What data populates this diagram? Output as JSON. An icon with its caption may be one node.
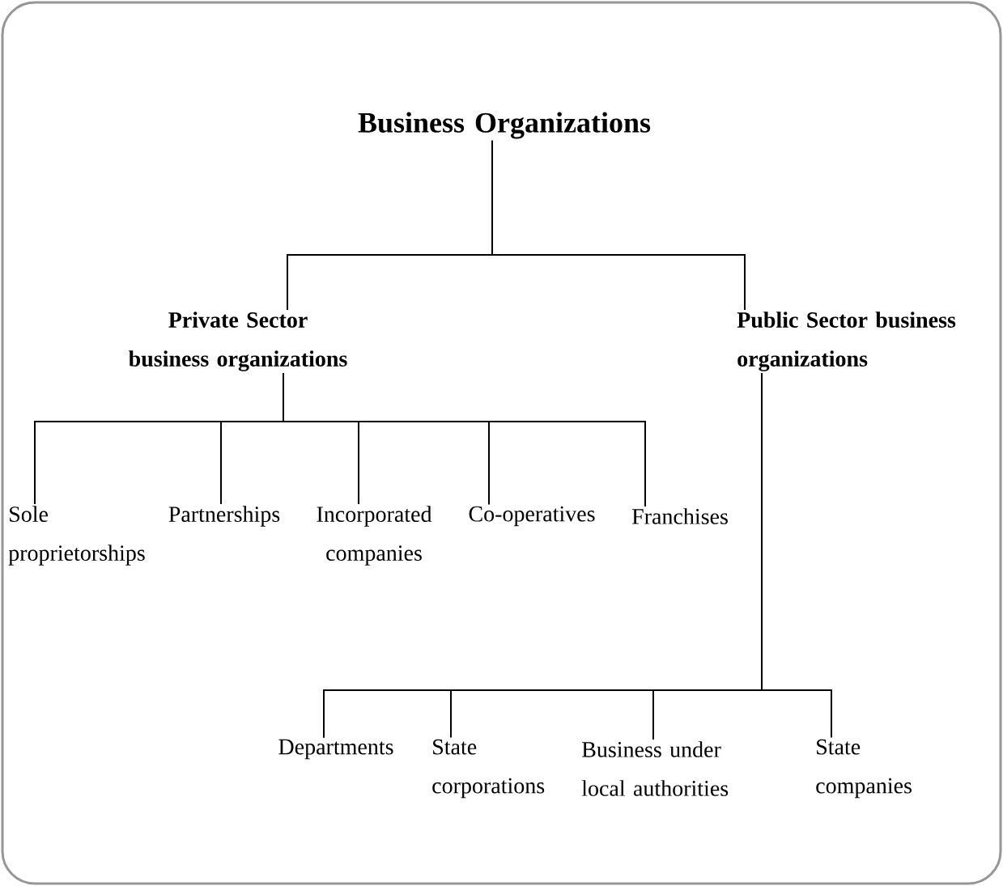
{
  "diagram": {
    "nodes": [
      {
        "text": [
          "Business Organizations"
        ]
      },
      {
        "text": [
          "Private Sector business organizations"
        ]
      },
      {
        "text": [
          "Public Sector business organizations"
        ]
      },
      {
        "text": [
          "Sole proprietorships"
        ]
      },
      {
        "text": [
          "Partnerships"
        ]
      },
      {
        "text": [
          "Incorporated companies"
        ]
      },
      {
        "text": [
          "Co-operatives"
        ]
      },
      {
        "text": [
          "Franchises"
        ]
      },
      {
        "text": [
          "Departments"
        ]
      },
      {
        "text": [
          "State corporations"
        ]
      },
      {
        "text": [
          "Business under local authorities"
        ]
      },
      {
        "text": [
          "State companies"
        ]
      }
    ],
    "edges": [
      {
        "from": 0,
        "to": 1,
        "arrow": "none"
      },
      {
        "from": 0,
        "to": 2,
        "arrow": "none"
      },
      {
        "from": 1,
        "to": 3,
        "arrow": "none"
      },
      {
        "from": 1,
        "to": 4,
        "arrow": "none"
      },
      {
        "from": 1,
        "to": 5,
        "arrow": "none"
      },
      {
        "from": 1,
        "to": 6,
        "arrow": "none"
      },
      {
        "from": 1,
        "to": 7,
        "arrow": "none"
      },
      {
        "from": 2,
        "to": 8,
        "arrow": "none"
      },
      {
        "from": 2,
        "to": 9,
        "arrow": "none"
      },
      {
        "from": 2,
        "to": 10,
        "arrow": "none"
      },
      {
        "from": 2,
        "to": 11,
        "arrow": "none"
      }
    ]
  }
}
